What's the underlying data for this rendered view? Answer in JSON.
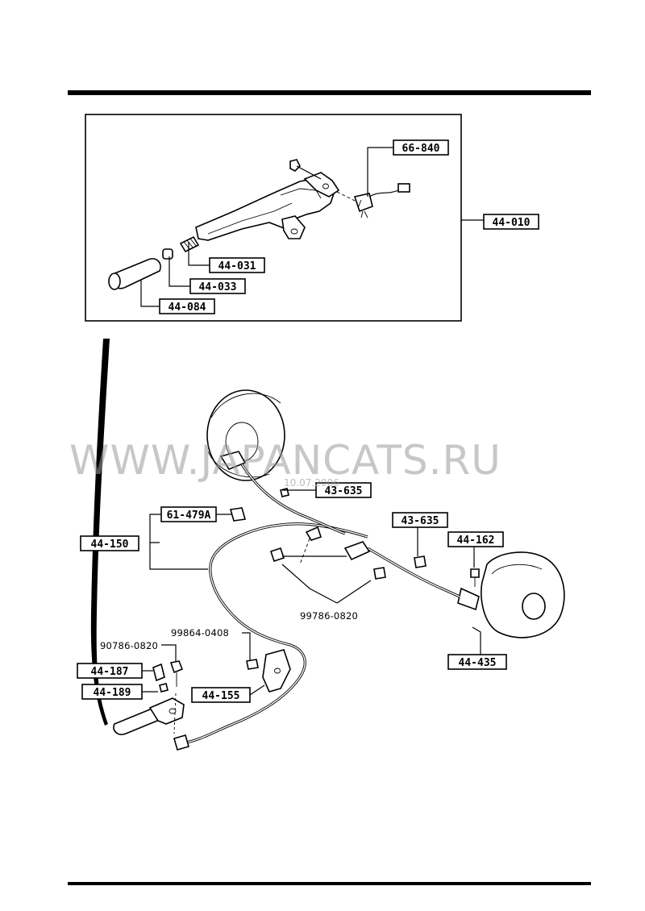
{
  "watermark": {
    "text": "WWW.JAPANCATS.RU",
    "date": "10.07.2006"
  },
  "tags": {
    "t66840": "66-840",
    "t44010": "44-010",
    "t44031": "44-031",
    "t44033": "44-033",
    "t44084": "44-084",
    "t43635a": "43-635",
    "t61479a": "61-479A",
    "t43635b": "43-635",
    "t44150": "44-150",
    "t44162": "44-162",
    "t44435": "44-435",
    "t44187": "44-187",
    "t44189": "44-189",
    "t44155": "44-155"
  },
  "plain": {
    "p99786": "99786-0820",
    "p99864": "99864-0408",
    "p90786": "90786-0820"
  }
}
